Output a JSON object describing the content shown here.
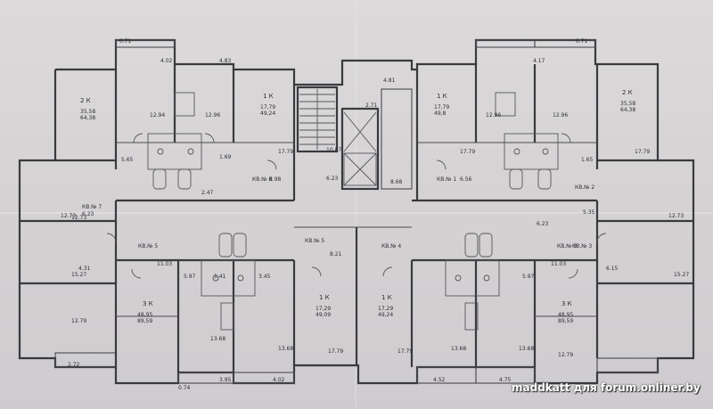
{
  "watermark": "maddkatt для forum.onliner.by",
  "apartment_types": {
    "two_room": "2 К",
    "one_room": "1 К",
    "three_room": "3 К"
  },
  "apartment_areas": {
    "two_room_left": "35,58\n64,38",
    "two_room_right": "35,58\n64,38",
    "one_room_top_left": "17,79\n49,24",
    "one_room_top_right": "17,79\n49,8",
    "one_room_bottom_left": "17,29\n49,09",
    "one_room_bottom_right": "17,29\n49,24",
    "three_room_left": "48,95\n89,59",
    "three_room_right": "48,95\n89,59"
  },
  "flat_numbers": [
    "КВ.№ 8",
    "КВ.№ 7",
    "КВ.№ 1",
    "КВ.№ 2",
    "КВ.№ 3",
    "КВ.№ 5",
    "КВ.№ 5",
    "КВ.№ 4",
    "КВ.№ 3"
  ],
  "room_areas": [
    "12.94",
    "12.96",
    "17.79",
    "8.98",
    "6.23",
    "12.73",
    "5.65",
    "1.69",
    "2.47",
    "4.02",
    "4.83",
    "4.81",
    "10.87",
    "6.23",
    "8.68",
    "2.71",
    "17.79",
    "6.56",
    "12.96",
    "12.96",
    "1.65",
    "4.17",
    "17.79",
    "12.73",
    "6.23",
    "5.35",
    "12.73",
    "11.03",
    "4.31",
    "15.27",
    "12.79",
    "13.68",
    "13.68",
    "17.79",
    "8.21",
    "11.03",
    "17.79",
    "13.68",
    "13.68",
    "5.97",
    "1.41",
    "3.95",
    "4.02",
    "0.71",
    "2.72",
    "0.71",
    "4.52",
    "4.75",
    "0.74",
    "12.79",
    "15.27",
    "6.15",
    "5.97",
    "3.45"
  ]
}
